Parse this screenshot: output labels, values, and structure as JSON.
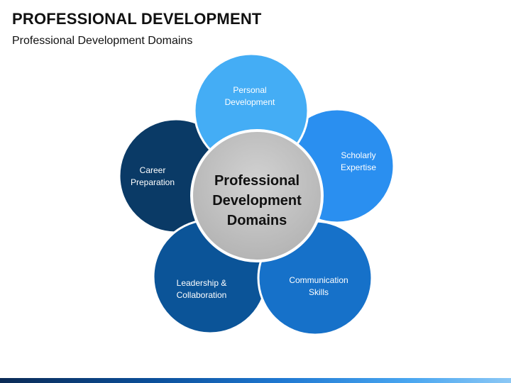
{
  "header": {
    "title": "PROFESSIONAL DEVELOPMENT",
    "subtitle": "Professional Development Domains"
  },
  "diagram": {
    "center": {
      "line1": "Professional",
      "line2": "Development",
      "line3": "Domains",
      "color": "#c6c6c6"
    },
    "petals": [
      {
        "id": "personal",
        "line1": "Personal",
        "line2": "Development",
        "color": "#44adf5"
      },
      {
        "id": "scholarly",
        "line1": "Scholarly",
        "line2": "Expertise",
        "color": "#2a8ff0"
      },
      {
        "id": "communication",
        "line1": "Communication",
        "line2": "Skills",
        "color": "#1671c9"
      },
      {
        "id": "leadership",
        "line1": "Leadership &",
        "line2": "Collaboration",
        "color": "#0b5498"
      },
      {
        "id": "career",
        "line1": "Career",
        "line2": "Preparation",
        "color": "#0a3a66"
      }
    ]
  }
}
